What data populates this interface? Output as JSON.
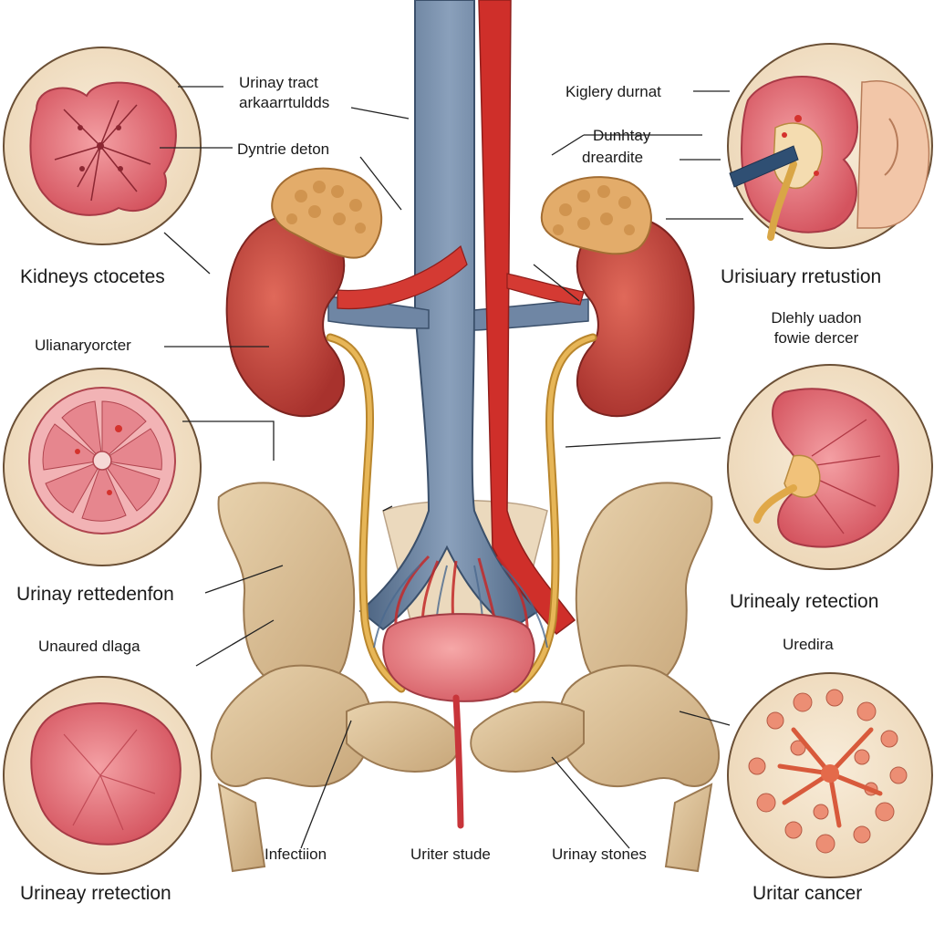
{
  "palette": {
    "background": "#ffffff",
    "inset_fill": "#f3e3cc",
    "inset_border": "#6b5036",
    "kidney": "#c2463c",
    "kidney_inner": "#e8707a",
    "adrenal": "#e0a860",
    "vein": "#5b7391",
    "artery": "#cc2f2a",
    "ureter": "#d9a646",
    "bone": "#d9bc92",
    "bladder": "#e67c80"
  },
  "labels": {
    "urinary_tract_1": "Urinay tract",
    "urinary_tract_2": "arkaarrtuldds",
    "kidney_durnat": "Kiglery durnat",
    "dunhtay_1": "Dunhtay",
    "dunhtay_2": "dreardite",
    "dyntrie_deton": "Dyntrie deton",
    "kidneys_ctocetes": "Kidneys ctocetes",
    "urisiuary_rretustion": "Urisiuary rretustion",
    "dlehly_1": "Dlehly uadon",
    "dlehly_2": "fowie dercer",
    "ulianary_orcter": "Ulianaryorcter",
    "urinay_rettedenfon": "Urinay rettedenfon",
    "urinealy_retection": "Urinealy retection",
    "unaured_dlaga": "Unaured dlaga",
    "uredira": "Uredira",
    "infectiion": "Infectiion",
    "uriter_stude": "Uriter stude",
    "urinay_stones": "Urinay stones",
    "urineay_rretection": "Urineay rretection",
    "uritar_cancer": "Uritar cancer"
  }
}
